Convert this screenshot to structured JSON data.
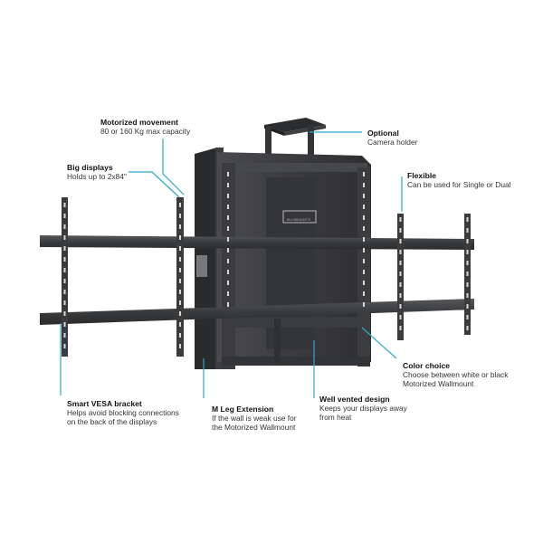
{
  "callouts": {
    "motorized": {
      "title": "Motorized movement",
      "desc": "80 or 160 Kg max capacity"
    },
    "optional": {
      "title": "Optional",
      "desc": "Camera holder"
    },
    "big_displays": {
      "title": "Big displays",
      "desc": "Holds up to 2x84\""
    },
    "flexible": {
      "title": "Flexible",
      "desc": "Can be used for Single or Dual"
    },
    "color_choice": {
      "title": "Color choice",
      "desc1": "Choose between white or black",
      "desc2": "Motorized Wallmount"
    },
    "smart_vesa": {
      "title": "Smart VESA bracket",
      "desc1": "Helps avoid blocking connections",
      "desc2": "on the back of the displays"
    },
    "m_leg": {
      "title": "M Leg Extension",
      "desc1": "If the wall is weak use for",
      "desc2": "the Motorized Wallmount"
    },
    "well_vented": {
      "title": "Well vented design",
      "desc1": "Keeps your displays away",
      "desc2": "from heat"
    }
  },
  "logo": {
    "text": "MULTIBRACKETS"
  },
  "colors": {
    "accent": "#29a9c9",
    "metal": "#3a3b3d",
    "metal_dark": "#2a2b2d",
    "metal_light": "#55575a"
  }
}
